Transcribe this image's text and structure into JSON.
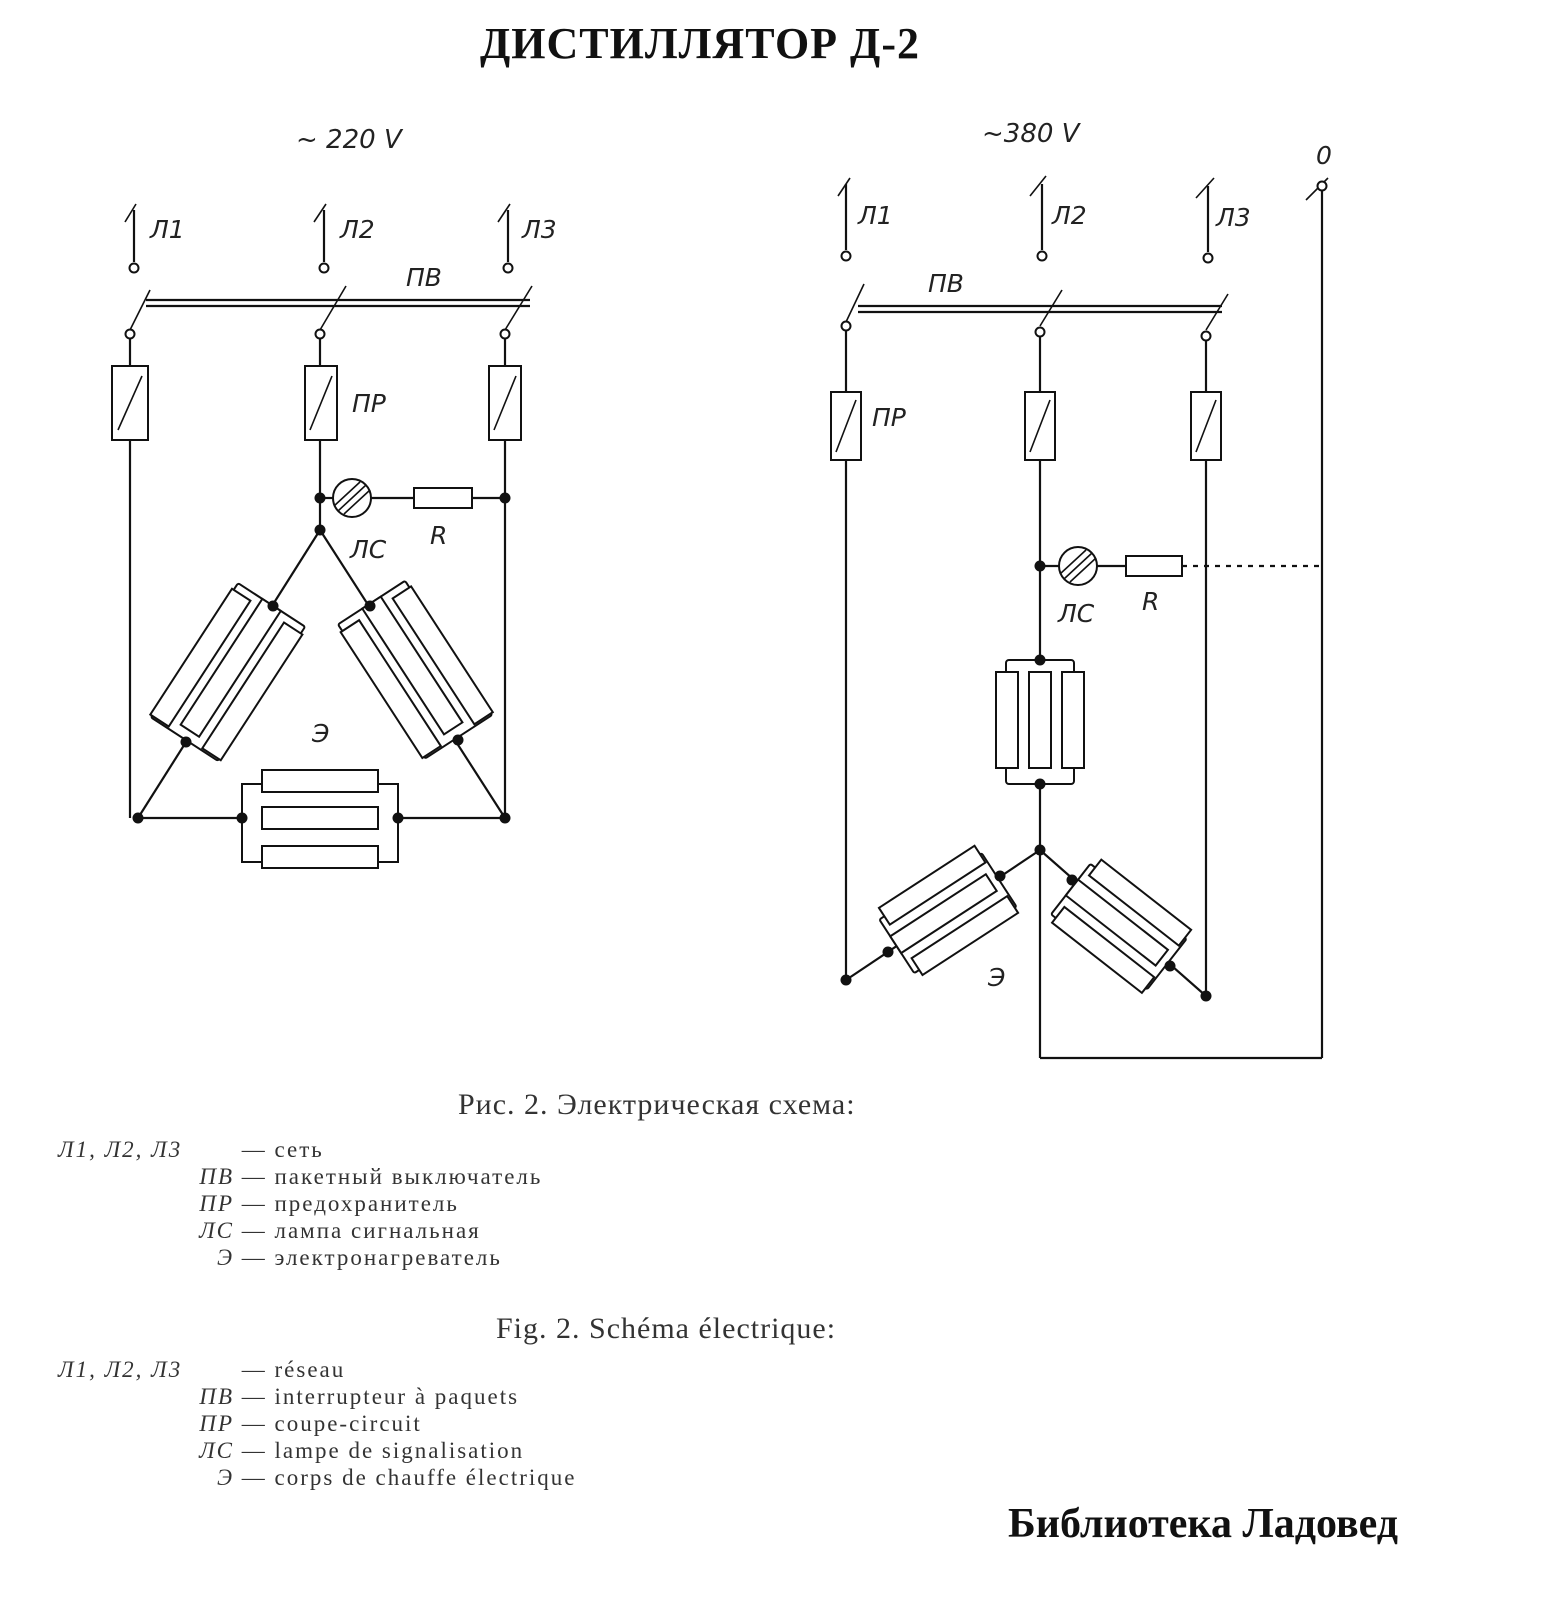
{
  "title": "ДИСТИЛЛЯТОР Д-2",
  "left_scheme": {
    "voltage": "~ 220 V",
    "lines": [
      "Л1",
      "Л2",
      "Л3"
    ],
    "switch": "ПВ",
    "fuse": "ПР",
    "lamp": "ЛС",
    "resistor": "R",
    "heater": "Э"
  },
  "right_scheme": {
    "voltage": "~380 V",
    "lines": [
      "Л1",
      "Л2",
      "Л3"
    ],
    "neutral": "0",
    "switch": "ПВ",
    "fuse": "ПР",
    "lamp": "ЛС",
    "resistor": "R",
    "heater": "Э"
  },
  "caption_ru": "Рис. 2. Электрическая схема:",
  "legend_ru": [
    {
      "symbol": "Л1, Л2, Л3",
      "text": "— сеть"
    },
    {
      "symbol": "ПВ",
      "text": "— пакетный выключатель"
    },
    {
      "symbol": "ПР",
      "text": "— предохранитель"
    },
    {
      "symbol": "ЛС",
      "text": "— лампа сигнальная"
    },
    {
      "symbol": "Э",
      "text": "— электронагреватель"
    }
  ],
  "caption_fr": "Fig. 2. Schéma électrique:",
  "legend_fr": [
    {
      "symbol": "Л1, Л2, Л3",
      "text": "— réseau"
    },
    {
      "symbol": "ПВ",
      "text": "— interrupteur à paquets"
    },
    {
      "symbol": "ПР",
      "text": "— coupe-circuit"
    },
    {
      "symbol": "ЛС",
      "text": "— lampe de signalisation"
    },
    {
      "symbol": "Э",
      "text": "— corps de chauffe électrique"
    }
  ],
  "library": "Библиотека Ладовед"
}
